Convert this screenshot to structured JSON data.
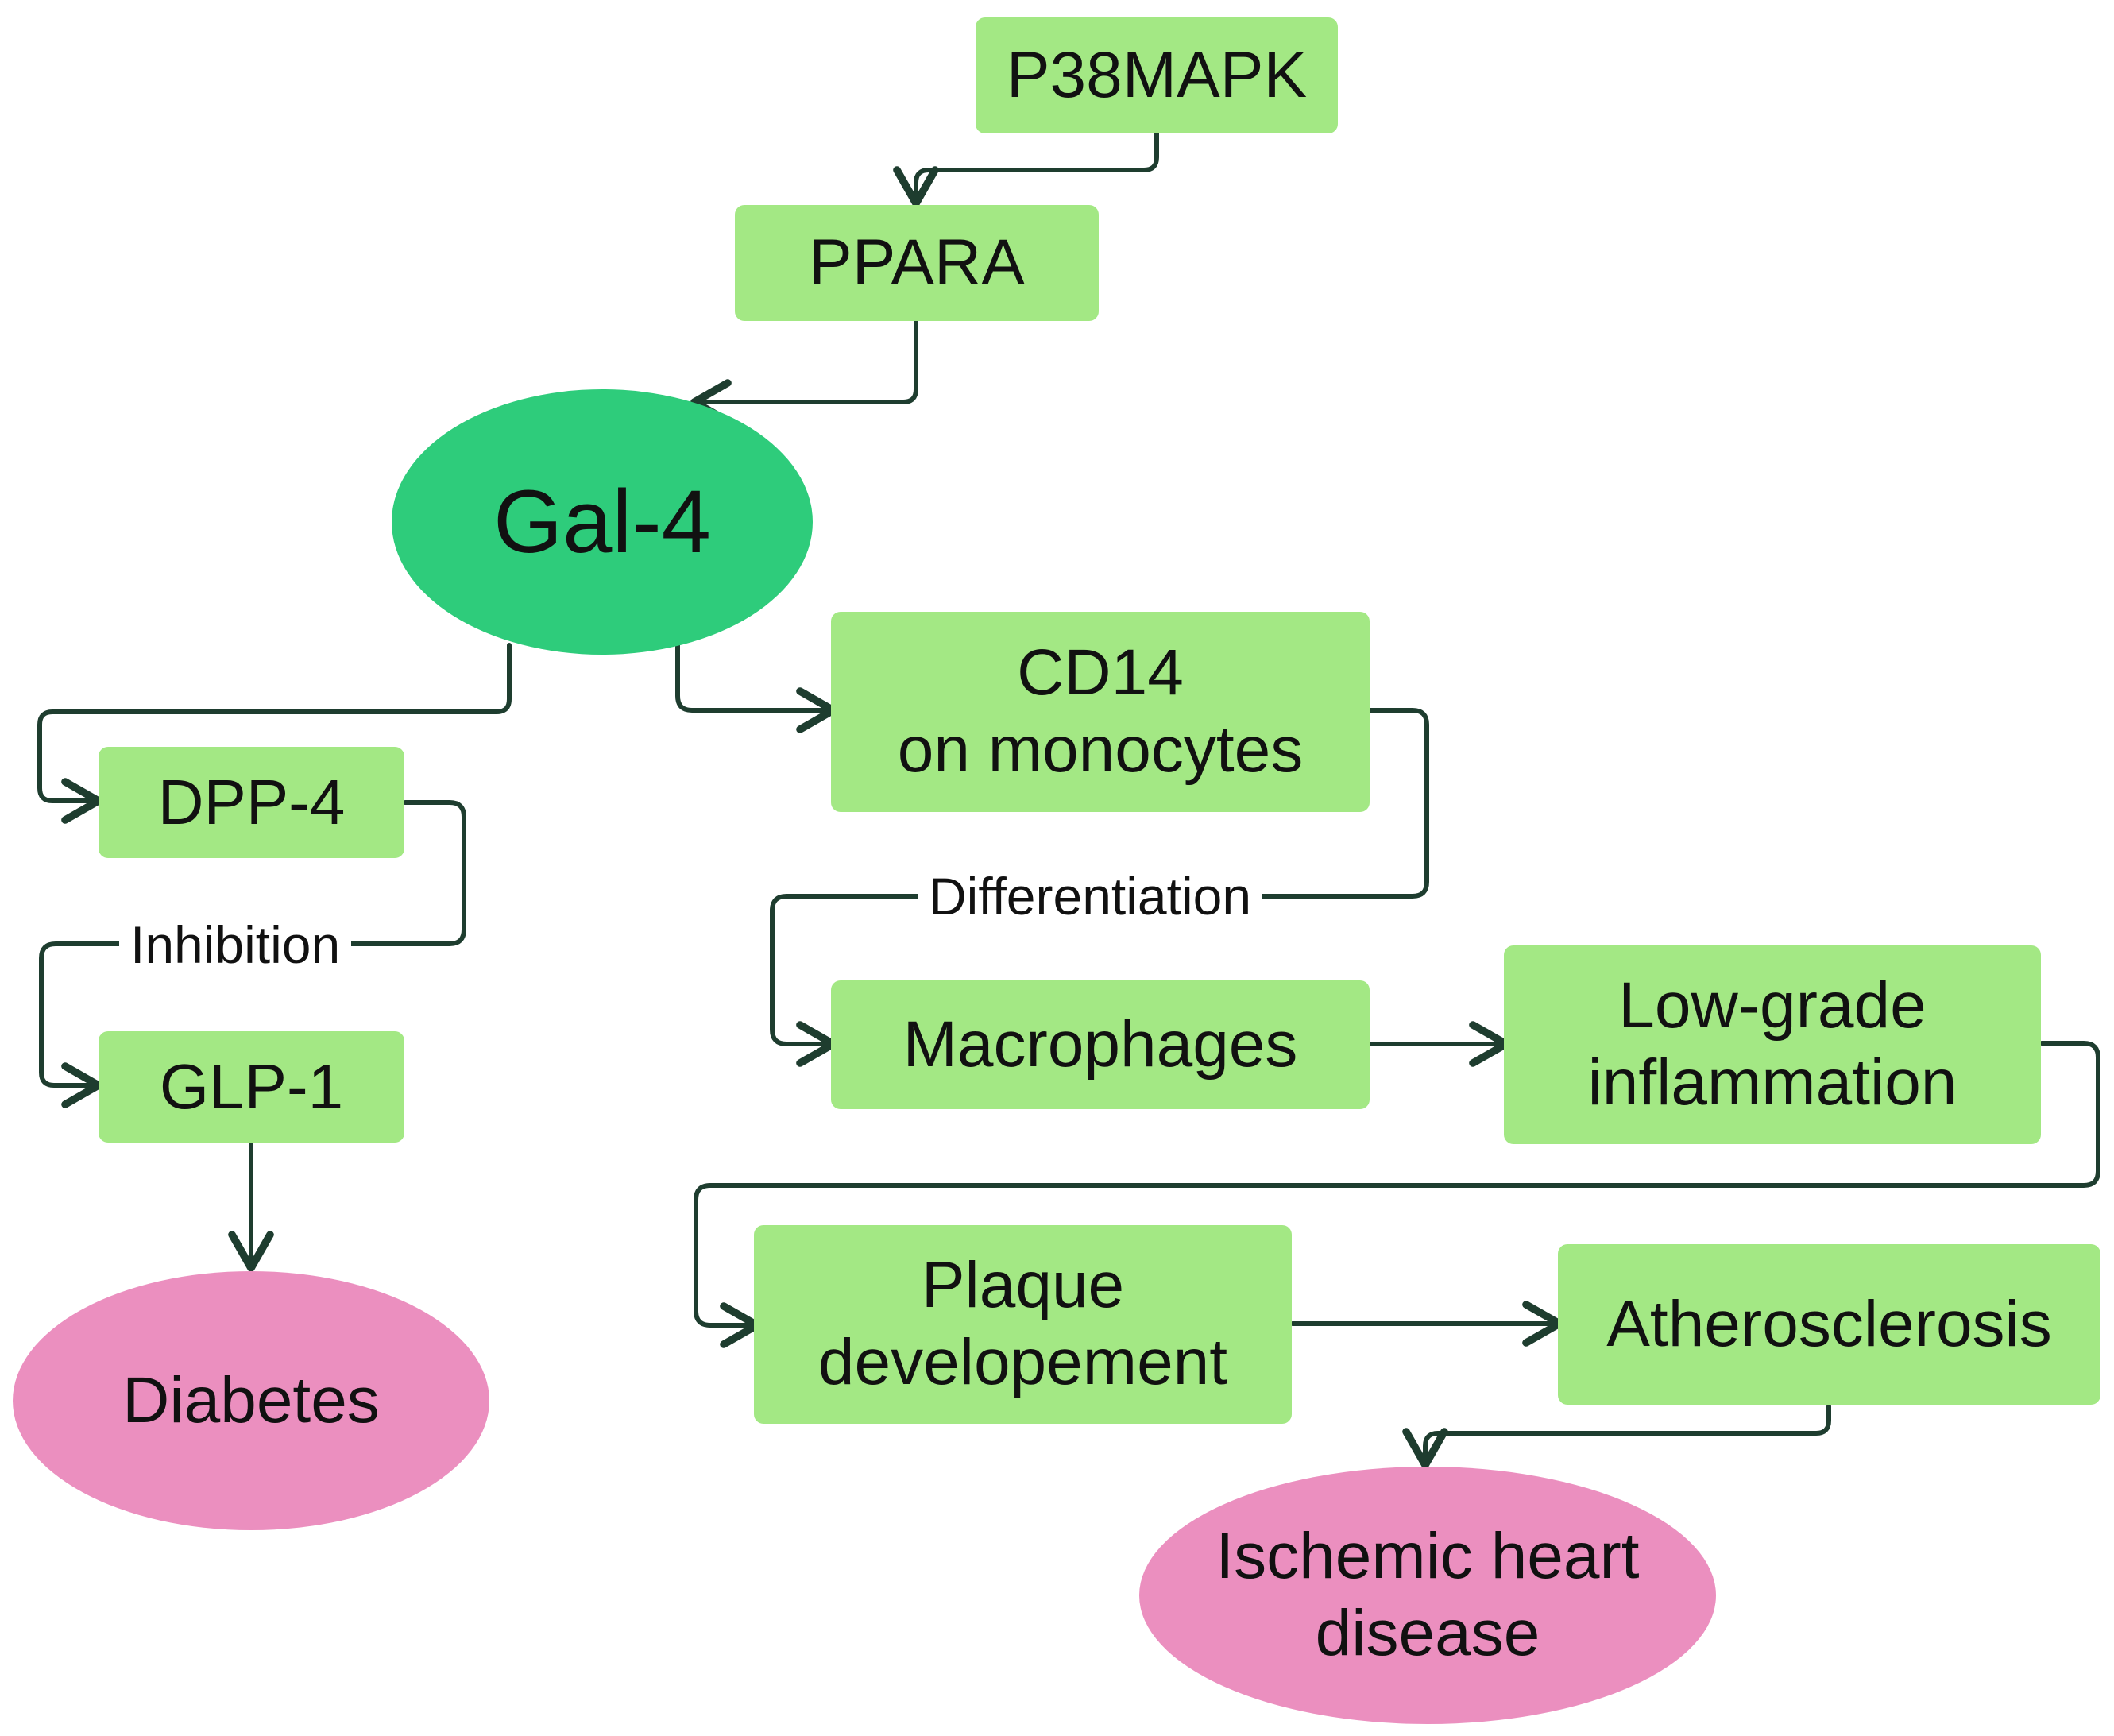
{
  "colors": {
    "box_fill": "#a3e884",
    "hub_fill": "#2ecc7b",
    "outcome_fill": "#eb8fbf",
    "arrow": "#1e3d2f",
    "text": "#111111"
  },
  "nodes": {
    "p38mapk": "P38MAPK",
    "ppara": "PPARA",
    "gal4": "Gal-4",
    "dpp4": "DPP-4",
    "glp1": "GLP-1",
    "diabetes": "Diabetes",
    "cd14": "CD14\non monocytes",
    "macrophages": "Macrophages",
    "low_grade": "Low-grade\ninflammation",
    "plaque": "Plaque\ndevelopement",
    "atherosclerosis": "Atherosclerosis",
    "ischemic": "Ischemic heart\ndisease"
  },
  "edge_labels": {
    "inhibition": "Inhibition",
    "differentiation": "Differentiation"
  }
}
